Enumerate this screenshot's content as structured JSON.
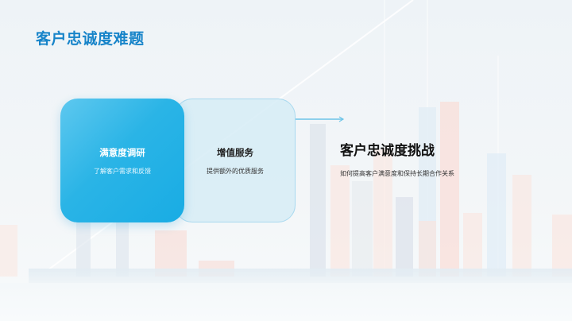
{
  "slide": {
    "title": "客户忠诚度难题",
    "title_color": "#1784c9"
  },
  "cards": [
    {
      "title": "满意度调研",
      "desc": "了解客户需求和反馈",
      "bg": "#2ab4e6",
      "text_color": "#ffffff"
    },
    {
      "title": "增值服务",
      "desc": "提供额外的优质服务",
      "bg": "#d6ecf6",
      "text_color": "#222222"
    }
  ],
  "challenge": {
    "title": "客户忠诚度挑战",
    "desc": "如何提高客户满意度和保持长期合作关系"
  },
  "arrow_icon": "arrow-right-icon",
  "colors": {
    "accent_blue": "#1aace4",
    "arrow": "#6cc4e8"
  }
}
